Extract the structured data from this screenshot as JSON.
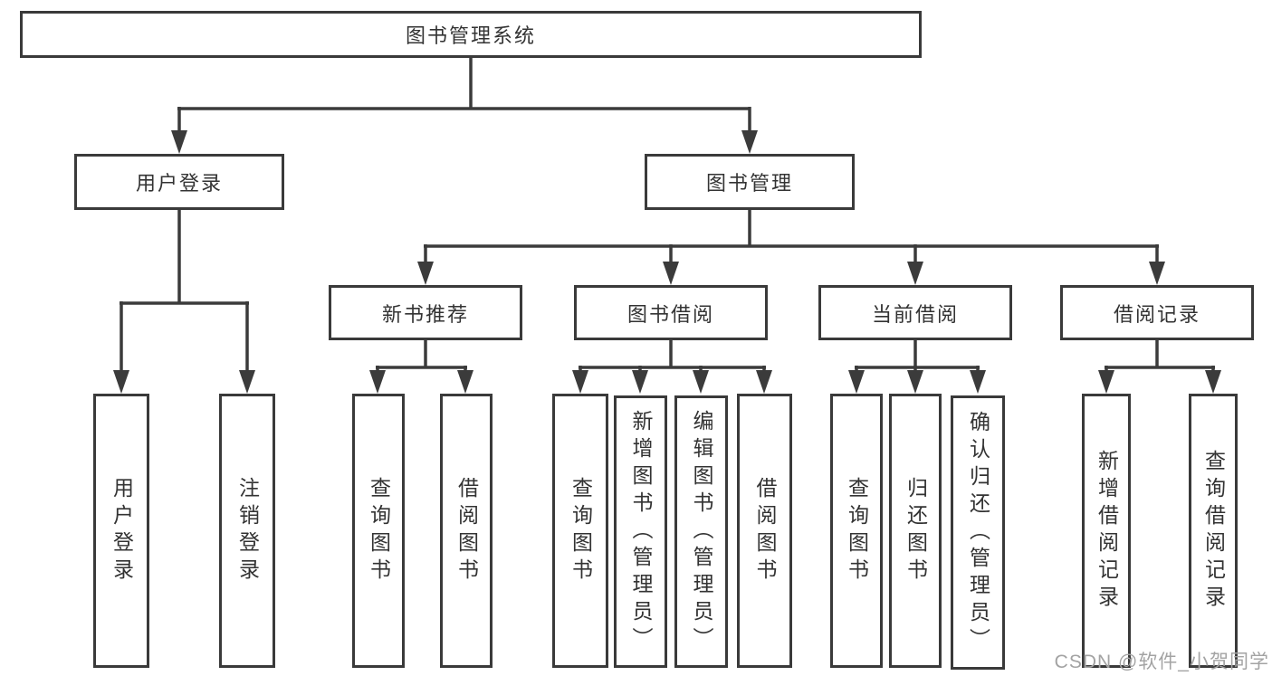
{
  "diagram": {
    "root": {
      "label": "图书管理系统"
    },
    "branches": [
      {
        "label": "用户登录",
        "children": [
          {
            "label": "用户登录"
          },
          {
            "label": "注销登录"
          }
        ]
      },
      {
        "label": "图书管理",
        "children": [
          {
            "label": "新书推荐",
            "children": [
              {
                "label": "查询图书"
              },
              {
                "label": "借阅图书"
              }
            ]
          },
          {
            "label": "图书借阅",
            "children": [
              {
                "label": "查询图书"
              },
              {
                "label": "新增图书（管理员）"
              },
              {
                "label": "编辑图书（管理员）"
              },
              {
                "label": "借阅图书"
              }
            ]
          },
          {
            "label": "当前借阅",
            "children": [
              {
                "label": "查询图书"
              },
              {
                "label": "归还图书"
              },
              {
                "label": "确认归还（管理员）"
              }
            ]
          },
          {
            "label": "借阅记录",
            "children": [
              {
                "label": "新增借阅记录"
              },
              {
                "label": "查询借阅记录"
              }
            ]
          }
        ]
      }
    ],
    "watermark": "CSDN @软件_小贺同学"
  },
  "colors": {
    "line": "#3a3a3a",
    "text": "#333333",
    "background": "#ffffff",
    "watermark": "#a3a3a3"
  }
}
